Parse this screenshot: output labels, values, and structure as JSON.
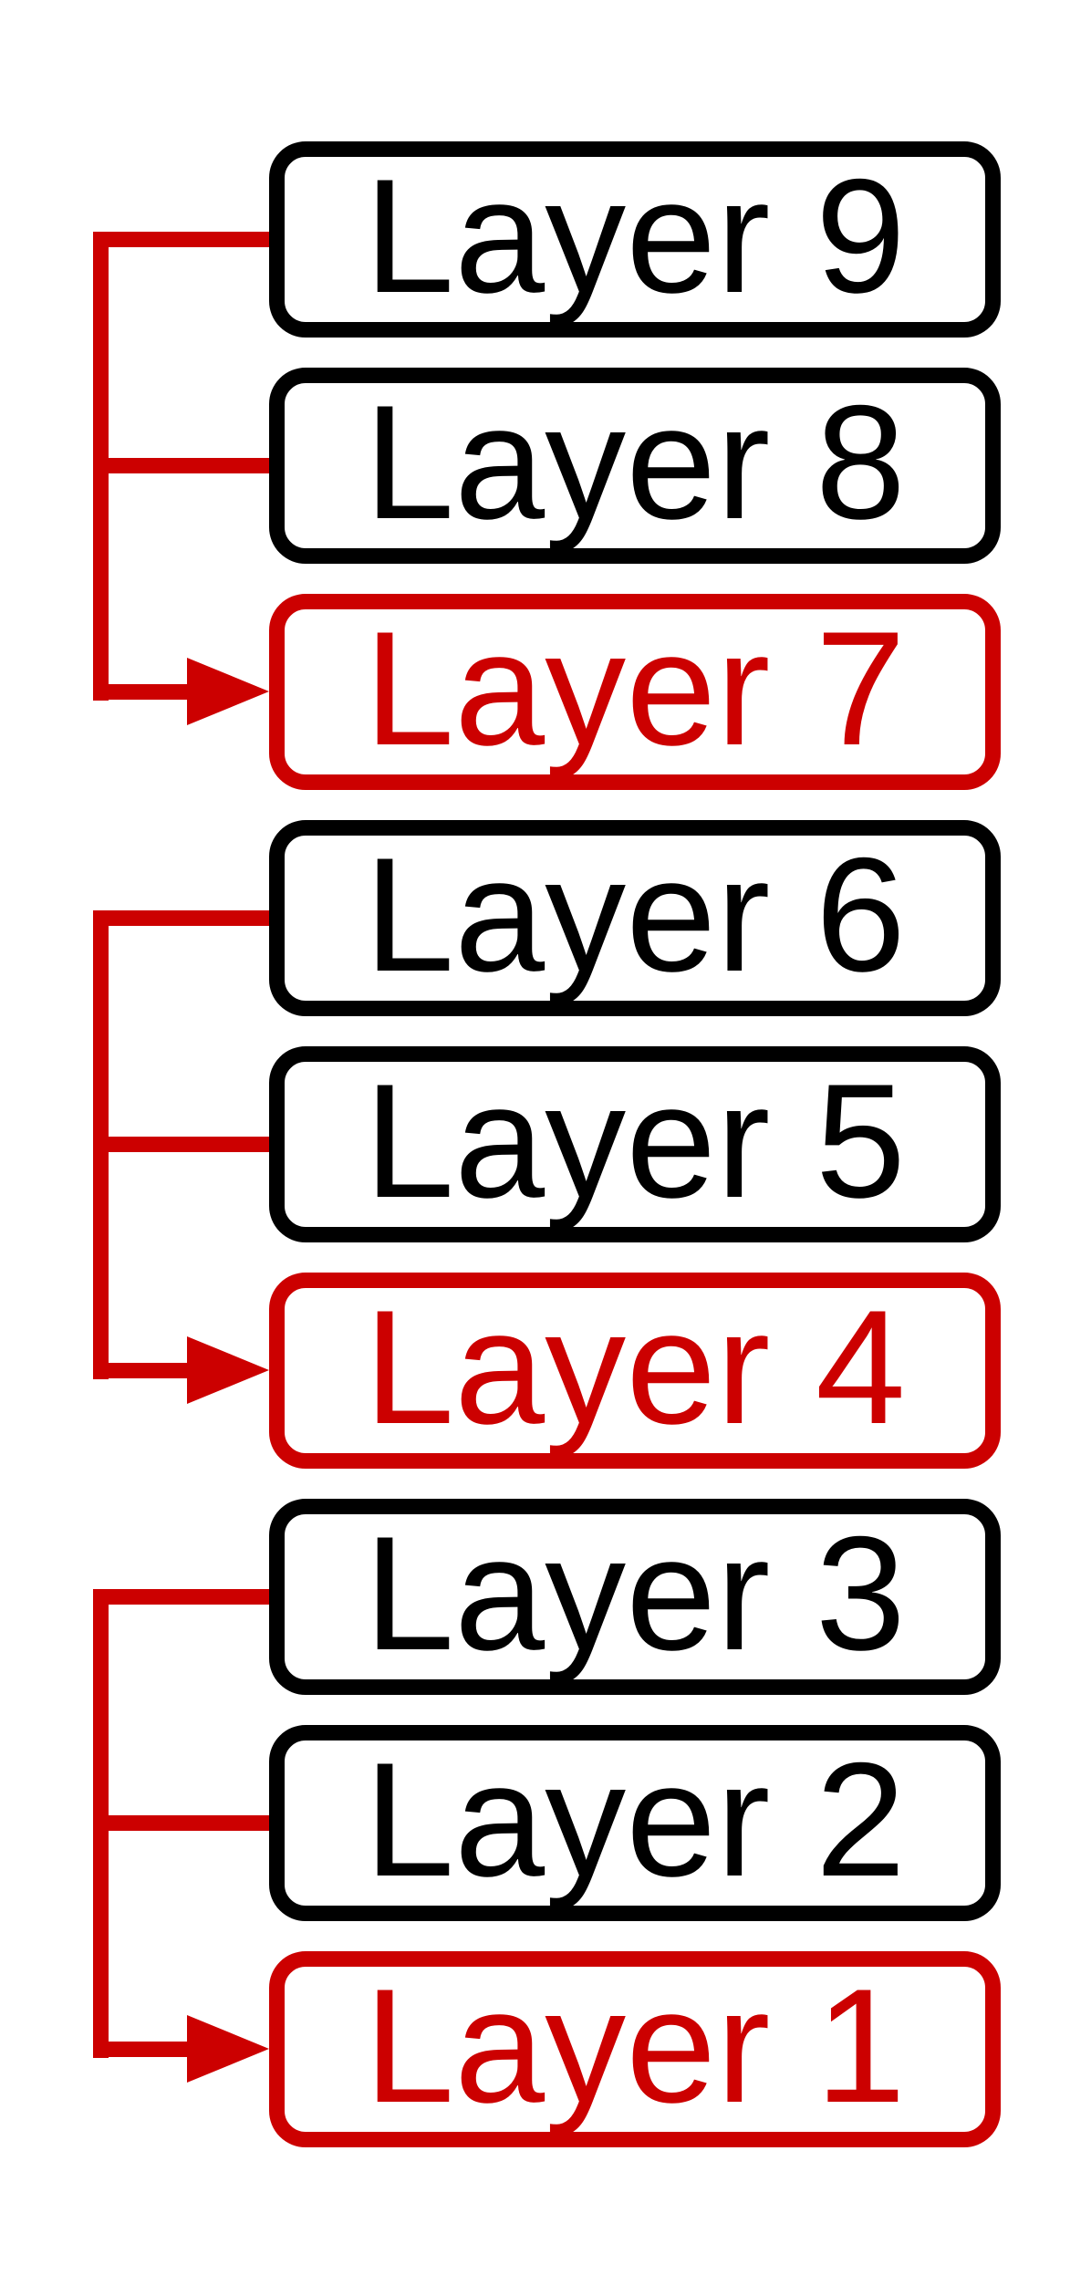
{
  "colors": {
    "red": "#cc0000",
    "black": "#000000"
  },
  "diagram": {
    "description": "Stack of nine layer boxes; in each group of three, the upper two layers connect with red lines into an arrow pointing at the red-highlighted lower layer",
    "groups": [
      {
        "boxes": [
          {
            "label": "Layer 9",
            "color": "black"
          },
          {
            "label": "Layer 8",
            "color": "black"
          },
          {
            "label": "Layer 7",
            "color": "red"
          }
        ]
      },
      {
        "boxes": [
          {
            "label": "Layer 6",
            "color": "black"
          },
          {
            "label": "Layer 5",
            "color": "black"
          },
          {
            "label": "Layer 4",
            "color": "red"
          }
        ]
      },
      {
        "boxes": [
          {
            "label": "Layer 3",
            "color": "black"
          },
          {
            "label": "Layer 2",
            "color": "black"
          },
          {
            "label": "Layer 1",
            "color": "red"
          }
        ]
      }
    ]
  }
}
